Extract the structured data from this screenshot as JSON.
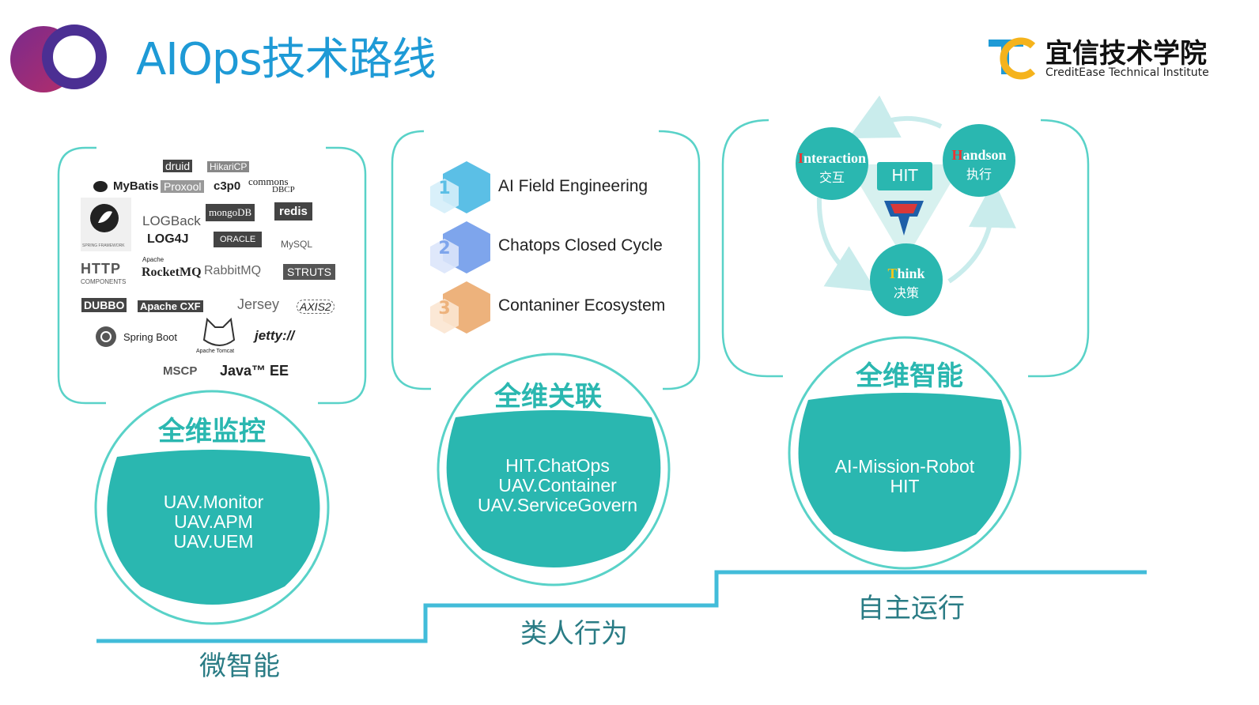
{
  "header": {
    "title": "AIOps技术路线",
    "brand_cn": "宜信技术学院",
    "brand_en": "CreditEase Technical Institute",
    "logo_letters": "TC"
  },
  "colors": {
    "teal": "#2ab7b0",
    "title_blue": "#1e9ad6",
    "step_line": "#42bcd9"
  },
  "stages": [
    {
      "label": "微智能",
      "circle_title": "全维监控",
      "items": [
        "UAV.Monitor",
        "UAV.APM",
        "UAV.UEM"
      ],
      "tech_logos": [
        "druid",
        "HikariCP",
        "MyBatis",
        "Proxool",
        "c3p0",
        "commons",
        "DBCP",
        "mongoDB",
        "redis",
        "SPRING FRAMEWORK",
        "LOGBack",
        "LOG4J",
        "ORACLE",
        "MySQL",
        "HTTP",
        "COMPONENTS",
        "Apache",
        "RocketMQ",
        "RabbitMQ",
        "STRUTS",
        "DUBBO",
        "Apache CXF",
        "Jersey",
        "AXIS2",
        "Spring Boot",
        "Apache Tomcat",
        "jetty://",
        "MSCP",
        "Java™ EE"
      ]
    },
    {
      "label": "类人行为",
      "circle_title": "全维关联",
      "items": [
        "HIT.ChatOps",
        "UAV.Container",
        "UAV.ServiceGovern"
      ],
      "list": [
        {
          "num": "1",
          "text": "AI Field Engineering",
          "color": "#5bbfe6"
        },
        {
          "num": "2",
          "text": "Chatops Closed Cycle",
          "color": "#7ea5ec"
        },
        {
          "num": "3",
          "text": "Contaniner Ecosystem",
          "color": "#edb27c"
        }
      ]
    },
    {
      "label": "自主运行",
      "circle_title": "全维智能",
      "items": [
        "AI-Mission-Robot",
        "HIT"
      ],
      "cycle": {
        "center": "HIT",
        "nodes": [
          {
            "first": "I",
            "rest": "nteraction",
            "cn": "交互"
          },
          {
            "first": "H",
            "rest": "andson",
            "cn": "执行"
          },
          {
            "first": "T",
            "rest": "hink",
            "cn": "决策"
          }
        ]
      }
    }
  ]
}
